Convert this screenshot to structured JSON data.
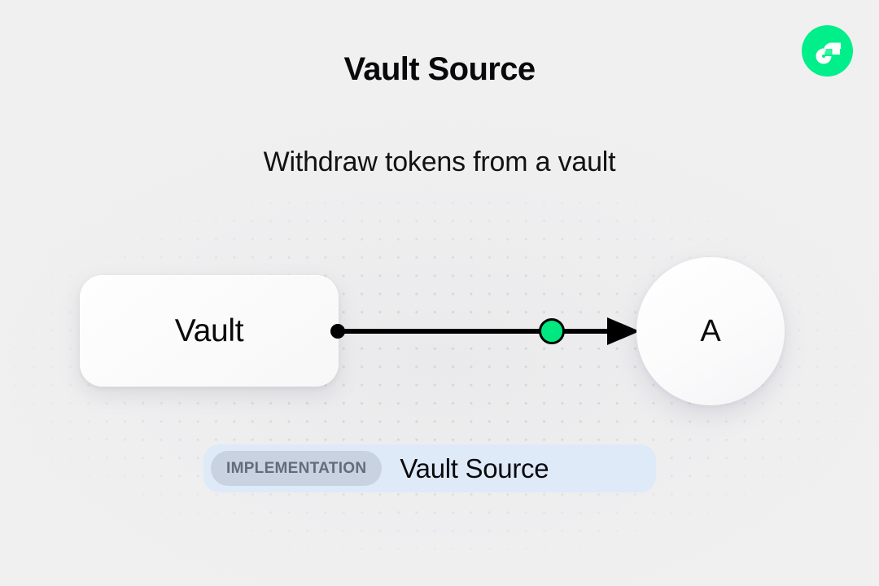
{
  "header": {
    "title": "Vault Source",
    "subtitle": "Withdraw tokens from a vault"
  },
  "brand": {
    "logo_icon": "flow-logo-icon",
    "logo_bg": "#00ef8b",
    "logo_fg": "#ffffff"
  },
  "diagram": {
    "type": "flow-node-graph",
    "nodes": [
      {
        "id": "vault",
        "label": "Vault",
        "shape": "rounded-rect"
      },
      {
        "id": "a",
        "label": "A",
        "shape": "circle"
      }
    ],
    "edges": [
      {
        "from": "vault",
        "to": "a",
        "source_handle_color": "#000000",
        "line_color": "#000000",
        "token_color": "#00e87f",
        "arrow": "arrowhead-right"
      }
    ]
  },
  "badge": {
    "kind_label": "IMPLEMENTATION",
    "name": "Vault Source",
    "container_color": "#dfeaf9",
    "pill_color": "#c8d2e0",
    "pill_text_color": "#626c7a"
  },
  "background": {
    "page_color": "#efefef",
    "dot_color": "#d6d6d8"
  }
}
